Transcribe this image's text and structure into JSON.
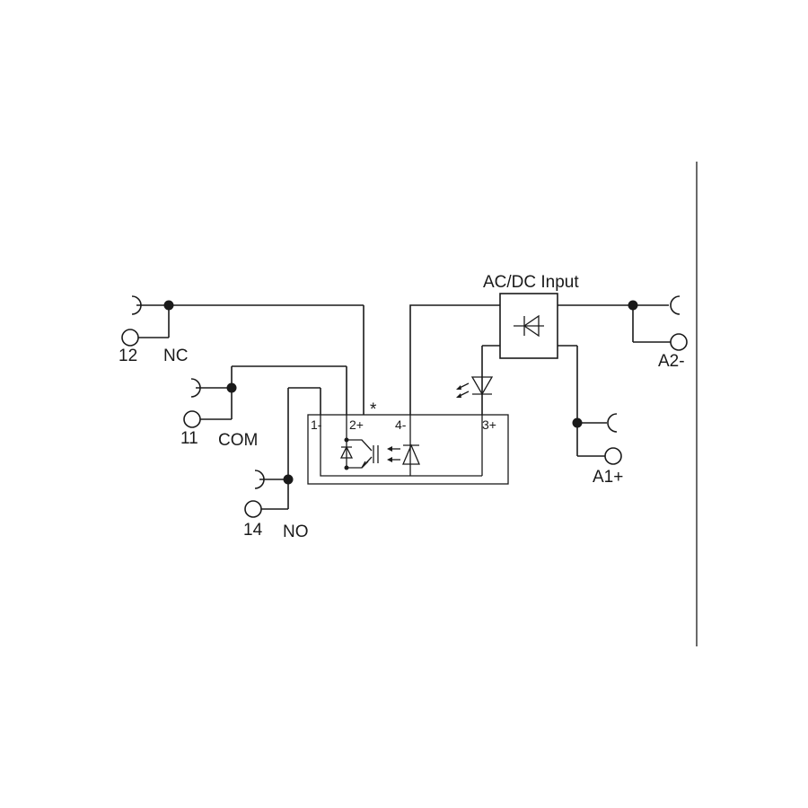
{
  "diagram": {
    "labels": {
      "input": "AC/DC Input",
      "a1": "A1+",
      "a2": "A2-",
      "t11": "11",
      "t12": "12",
      "t14": "14",
      "com": "COM",
      "nc": "NC",
      "no": "NO",
      "p1": "1-",
      "p2": "2+",
      "p3": "3+",
      "p4": "4-",
      "star": "*"
    }
  }
}
